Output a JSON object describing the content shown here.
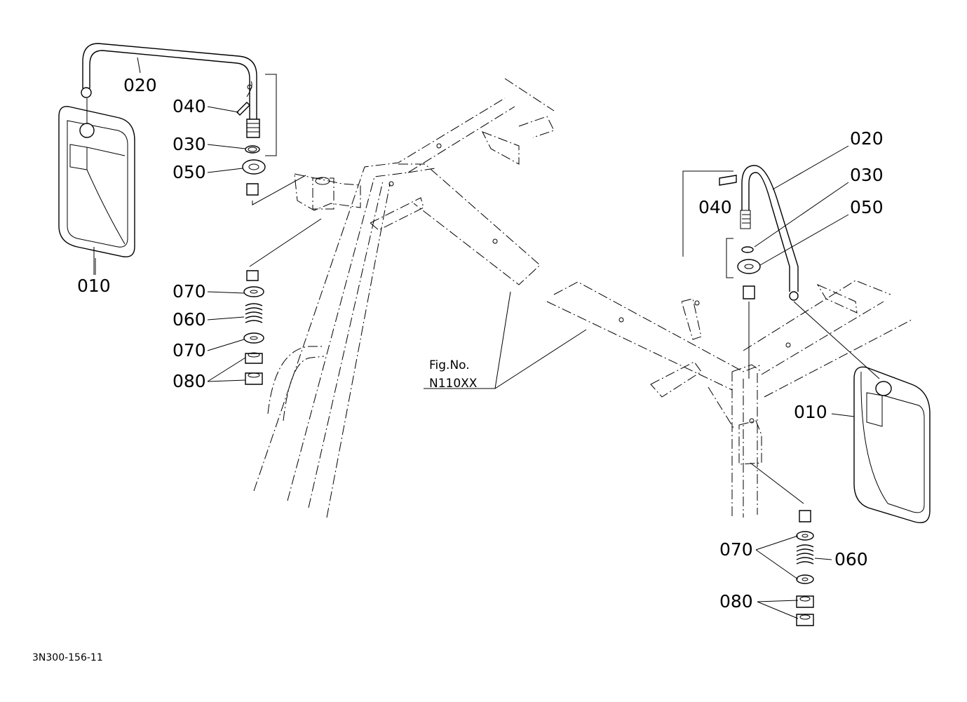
{
  "figure": {
    "ref_line1": "Fig.No.",
    "ref_line2": "N110XX",
    "drawing_code": "3N300-156-11"
  },
  "left_assembly": {
    "labels": {
      "mirror": "010",
      "stay": "020",
      "oring": "030",
      "pin": "040",
      "washer_top": "050",
      "washer_upper": "070",
      "spring": "060",
      "washer_lower": "070",
      "nut": "080"
    }
  },
  "right_assembly": {
    "labels": {
      "stay": "020",
      "oring": "030",
      "pin": "040",
      "washer_top": "050",
      "mirror": "010",
      "washer": "070",
      "spring": "060",
      "nut": "080"
    }
  }
}
